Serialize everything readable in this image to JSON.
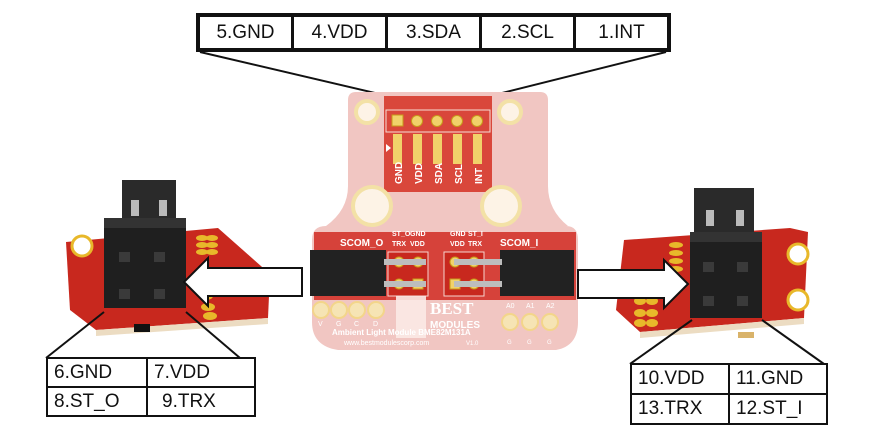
{
  "top_connector": {
    "pins": [
      "5.GND",
      "4.VDD",
      "3.SDA",
      "2.SCL",
      "1.INT"
    ]
  },
  "left_connector": {
    "rows": [
      [
        "6.GND",
        "7.VDD"
      ],
      [
        "8.ST_O",
        "9.TRX"
      ]
    ]
  },
  "right_connector": {
    "rows": [
      [
        "10.VDD",
        "11.GND"
      ],
      [
        "13.TRX",
        "12.ST_I"
      ]
    ]
  },
  "board": {
    "header_pin_labels": [
      "GND",
      "VDD",
      "SDA",
      "SCL",
      "INT"
    ],
    "scom_o_label": "SCOM_O",
    "scom_i_label": "SCOM_I",
    "scom_o_pins": [
      "ST_O",
      "GND",
      "TRX",
      "VDD"
    ],
    "scom_i_pins": [
      "GND",
      "ST_I",
      "VDD",
      "TRX"
    ],
    "pad_labels": [
      "V",
      "G",
      "C",
      "D"
    ],
    "addr_labels": [
      "A0",
      "A1",
      "A2"
    ],
    "addr_ground": [
      "G",
      "G",
      "G"
    ],
    "brand_line1": "BEST",
    "brand_line2": "MODULES",
    "product_name": "Ambient Light Module BME82M131A",
    "website": "www.bestmodulescorp.com",
    "version": "V1.0"
  },
  "colors": {
    "pcb_red": "#c8281e",
    "pcb_faded": "#f1c6c2",
    "gold": "#e8b82a",
    "connector_black": "#1e1e1e"
  }
}
